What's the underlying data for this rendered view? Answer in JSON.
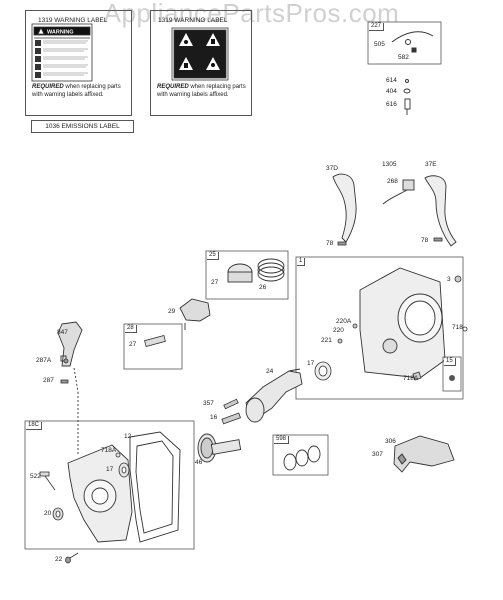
{
  "watermark": "AppliancePartsPros.com",
  "warning_labels": {
    "left_title": "1319 WARNING LABEL",
    "right_title": "1319 WARNING LABEL",
    "warning_word": "WARNING",
    "required_bold": "REQUIRED",
    "required_rest": "when replacing parts with warning labels affixed."
  },
  "emissions_label": "1036 EMISSIONS LABEL",
  "boxes": {
    "b227": "227",
    "b25": "25",
    "b1": "1",
    "b28": "28",
    "b15": "15",
    "b18c": "18C",
    "b598": "598"
  },
  "parts": {
    "p505": "505",
    "p582": "582",
    "p614": "614",
    "p404": "404",
    "p616": "616",
    "p37d": "37D",
    "p1305": "1305",
    "p37e": "37E",
    "p268": "268",
    "p78a": "78",
    "p78b": "78",
    "p27a": "27",
    "p26": "26",
    "p29": "29",
    "p3": "3",
    "p220a": "220A",
    "p220": "220",
    "p221": "221",
    "p718": "718",
    "p17a": "17",
    "p718a_a": "718A",
    "p847": "847",
    "p287a": "287A",
    "p287": "287",
    "p27b": "27",
    "p24": "24",
    "p357": "357",
    "p16": "16",
    "p12": "12",
    "p718a_b": "718A",
    "p17b": "17",
    "p46": "46",
    "p522": "522",
    "p20": "20",
    "p22": "22",
    "p306": "306",
    "p307": "307"
  }
}
